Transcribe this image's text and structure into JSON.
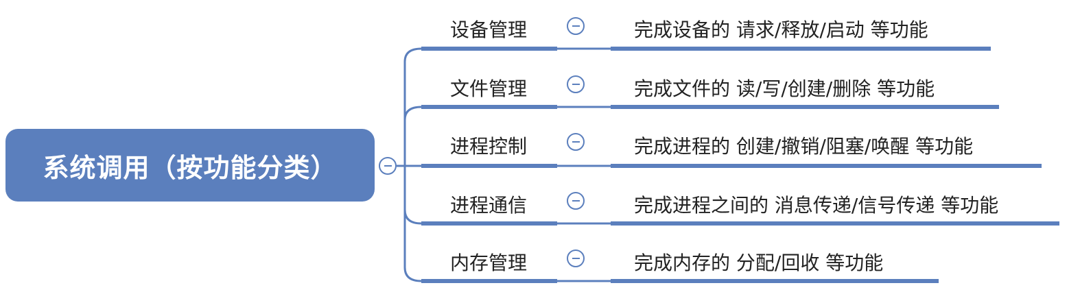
{
  "root": {
    "label": "系统调用（按功能分类）"
  },
  "branches": [
    {
      "label": "设备管理",
      "description": "完成设备的 请求/释放/启动 等功能"
    },
    {
      "label": "文件管理",
      "description": "完成文件的 读/写/创建/删除 等功能"
    },
    {
      "label": "进程控制",
      "description": "完成进程的 创建/撤销/阻塞/唤醒 等功能"
    },
    {
      "label": "进程通信",
      "description": "完成进程之间的 消息传递/信号传递 等功能"
    },
    {
      "label": "内存管理",
      "description": "完成内存的 分配/回收 等功能"
    }
  ],
  "colors": {
    "accent": "#5b7fbd"
  }
}
